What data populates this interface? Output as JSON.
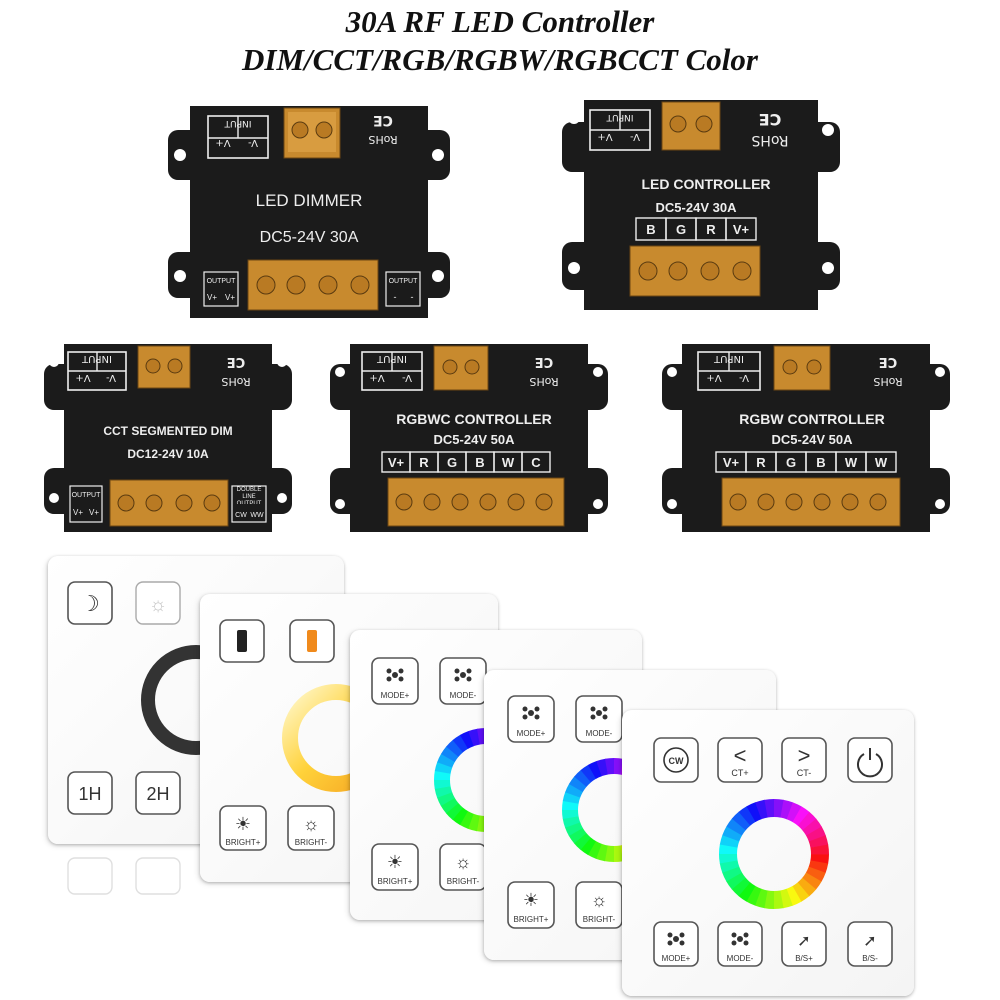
{
  "title": {
    "line1": "30A RF LED Controller",
    "line2": "DIM/CCT/RGB/RGBW/RGBCCT Color"
  },
  "colors": {
    "box": "#1b1b1b",
    "box_print": "#f2f2f2",
    "terminal": "#c88a2e",
    "panel": "#ffffff"
  },
  "controllers": [
    {
      "input": "INPUT",
      "vplus": "V+",
      "vminus": "V-",
      "rohs": "RoHS",
      "ce": "CE",
      "line1": "LED  DIMMER",
      "line2": "DC5-24V   30A",
      "out_left": "OUTPUT",
      "out_left_pins": [
        "V+",
        "V+"
      ],
      "out_right": "OUTPUT",
      "out_right_pins": [
        "-",
        "-"
      ]
    },
    {
      "input": "INPUT",
      "vplus": "V+",
      "vminus": "V-",
      "rohs": "RoHS",
      "ce": "CE",
      "line1": "LED CONTROLLER",
      "line2": "DC5-24V  30A",
      "channels": [
        "B",
        "G",
        "R",
        "V+"
      ]
    },
    {
      "input": "INPUT",
      "vplus": "V+",
      "vminus": "V-",
      "rohs": "RoHS",
      "ce": "CE",
      "line1": "CCT SEGMENTED DIM",
      "line2": "DC12-24V  10A",
      "out_left": "OUTPUT",
      "out_left_pins": [
        "V+",
        "V+"
      ],
      "out_right": "DOUBLE LINE OUTPUT",
      "out_right_pins": [
        "CW",
        "WW"
      ]
    },
    {
      "input": "INPUT",
      "vplus": "V+",
      "vminus": "V-",
      "rohs": "RoHS",
      "ce": "CE",
      "line1": "RGBWC  CONTROLLER",
      "line2": "DC5-24V  50A",
      "channels": [
        "V+",
        "R",
        "G",
        "B",
        "W",
        "C"
      ]
    },
    {
      "input": "INPUT",
      "vplus": "V+",
      "vminus": "V-",
      "rohs": "RoHS",
      "ce": "CE",
      "line1": "RGBW     CONTROLLER",
      "line2": "DC5-24V  50A",
      "channels": [
        "V+",
        "R",
        "G",
        "B",
        "W",
        "W"
      ]
    }
  ],
  "panels": [
    {
      "type": "dim",
      "buttons": [
        "1H",
        "2H"
      ],
      "icons": [
        "moon-sun",
        "sun"
      ]
    },
    {
      "type": "cct",
      "buttons": [
        "BRIGHT+",
        "BRIGHT-"
      ],
      "icons": [
        "cold-bar",
        "warm-bar"
      ]
    },
    {
      "type": "rgb",
      "buttons": [
        "MODE+",
        "MODE-",
        "BRIGHT+",
        "BRIGHT-"
      ]
    },
    {
      "type": "rgbw",
      "buttons": [
        "MODE+",
        "MODE-",
        "BRIGHT+",
        "BRIGHT-"
      ]
    },
    {
      "type": "rgbcct",
      "buttons": [
        "CT+",
        "CT-",
        "MODE+",
        "MODE-",
        "B/S+",
        "B/S-"
      ],
      "icons": [
        "cw",
        "<",
        ">",
        "power"
      ]
    }
  ]
}
